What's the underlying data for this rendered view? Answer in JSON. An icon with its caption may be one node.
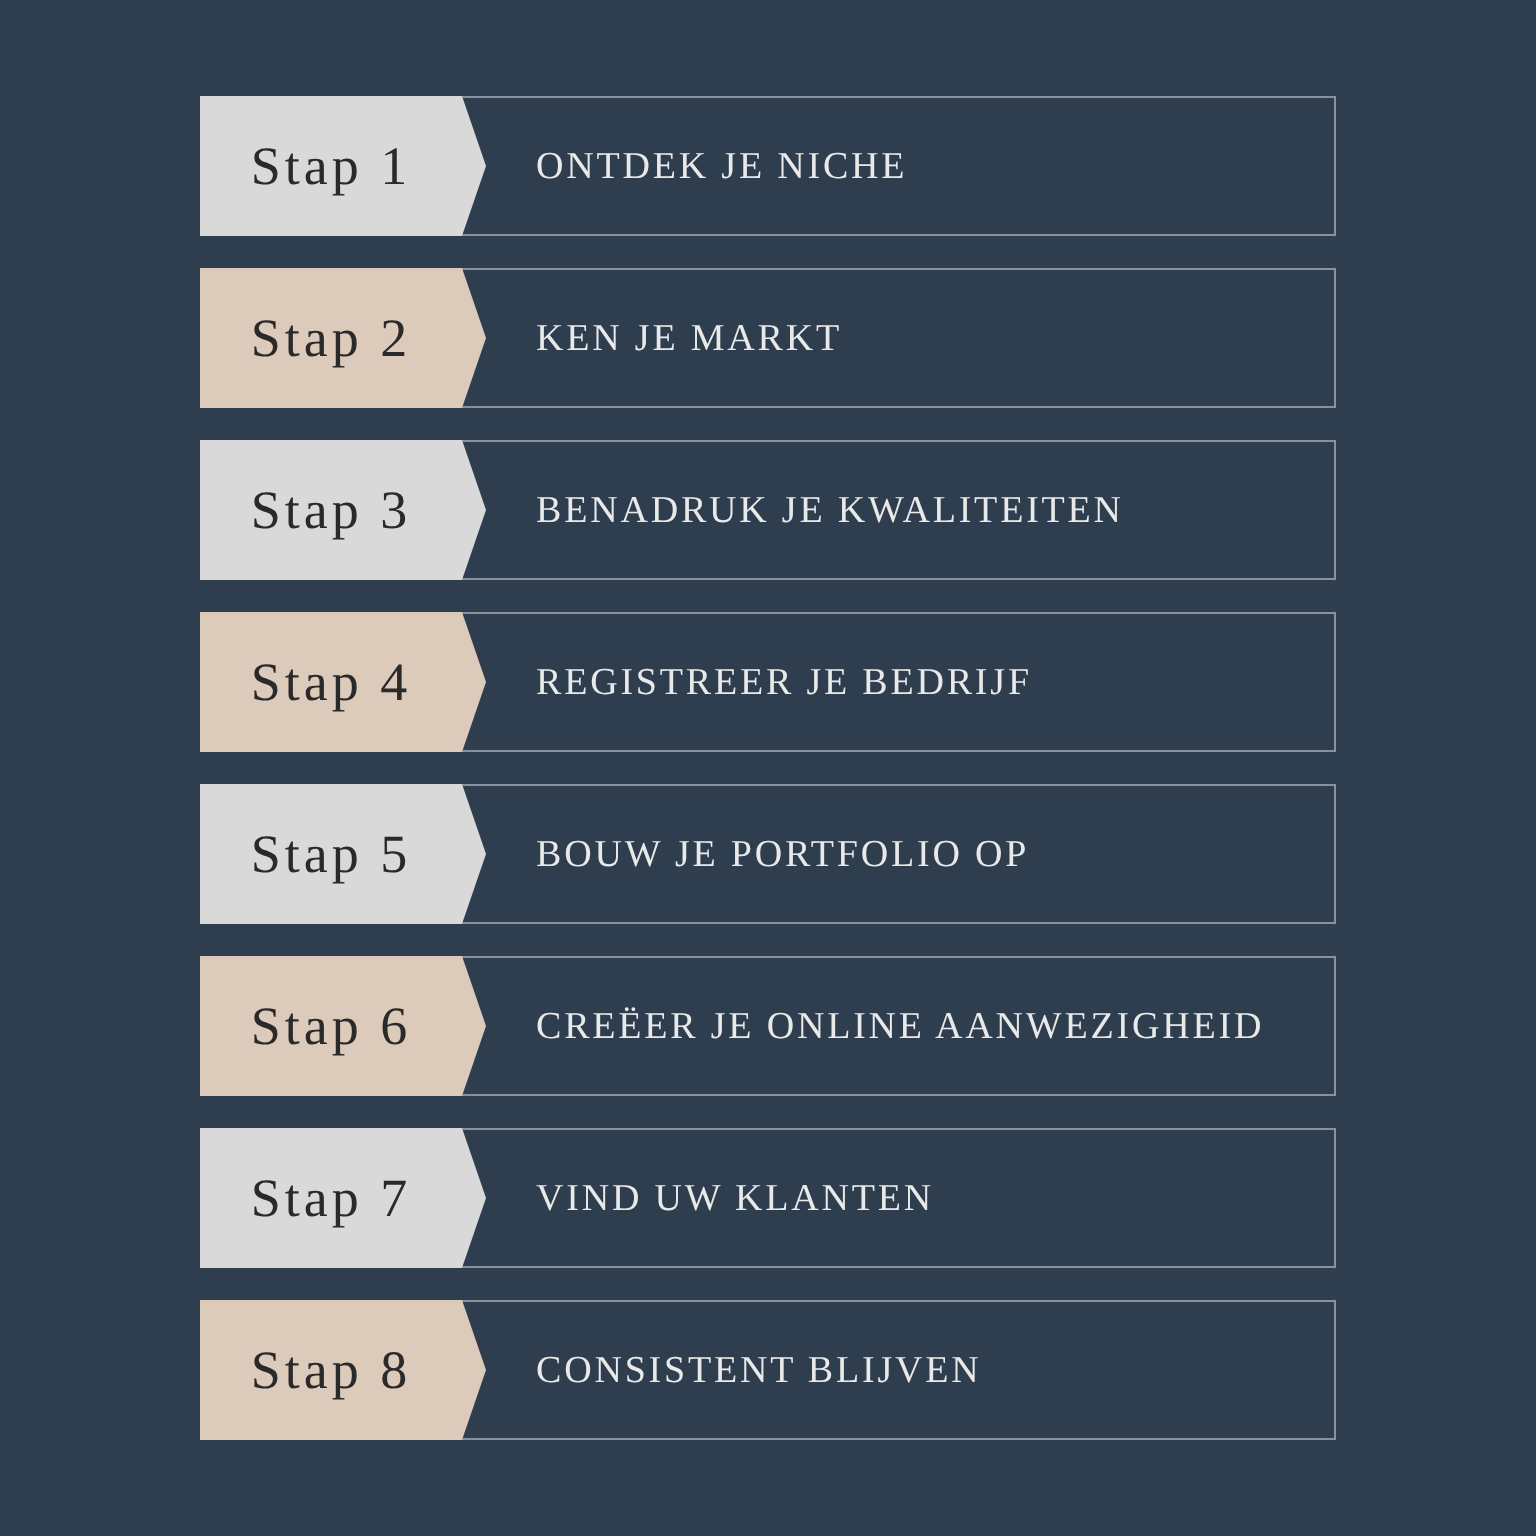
{
  "diagram": {
    "nodes": [
      {
        "text": [
          "ONTDEK JE NICHE"
        ]
      },
      {
        "text": [
          "Stap 1"
        ],
        "in": 0
      },
      {
        "text": [
          "KEN JE MARKT"
        ]
      },
      {
        "text": [
          "Stap 2"
        ],
        "in": 2
      },
      {
        "text": [
          "BENADRUK JE KWALITEITEN"
        ]
      },
      {
        "text": [
          "Stap 3"
        ],
        "in": 4
      },
      {
        "text": [
          "REGISTREER JE BEDRIJF"
        ]
      },
      {
        "text": [
          "Stap 4"
        ],
        "in": 6
      },
      {
        "text": [
          "BOUW JE PORTFOLIO OP"
        ]
      },
      {
        "text": [
          "Stap 5"
        ],
        "in": 8
      },
      {
        "text": [
          "CREËER JE ONLINE AANWEZIGHEID"
        ]
      },
      {
        "text": [
          "Stap 6"
        ],
        "in": 10
      },
      {
        "text": [
          "VIND UW KLANTEN"
        ]
      },
      {
        "text": [
          "Stap 7"
        ],
        "in": 12
      },
      {
        "text": [
          "CONSISTENT BLIJVEN"
        ]
      },
      {
        "text": [
          "Stap 8"
        ],
        "in": 14
      }
    ]
  }
}
